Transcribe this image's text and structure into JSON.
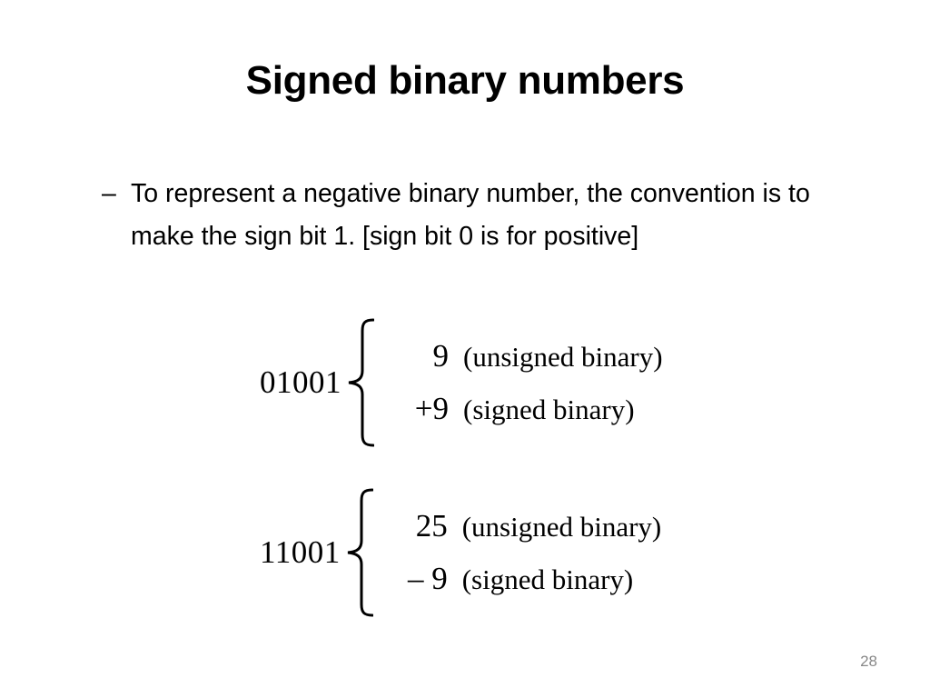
{
  "slide": {
    "title": "Signed binary numbers",
    "page_number": "28",
    "background_color": "#ffffff",
    "text_color": "#000000",
    "page_number_color": "#888888"
  },
  "body": {
    "bullet_marker": "–",
    "text": "To represent a negative binary number, the convention is to make the sign bit 1. [sign bit 0 is for positive]"
  },
  "equations": [
    {
      "binary": "01001",
      "rows": [
        {
          "value": "9",
          "label": "(unsigned binary)"
        },
        {
          "value": "+9",
          "label": "(signed binary)"
        }
      ]
    },
    {
      "binary": "11001",
      "rows": [
        {
          "value": "25",
          "label": "(unsigned binary)"
        },
        {
          "value": "– 9",
          "label": "(signed binary)"
        }
      ]
    }
  ]
}
